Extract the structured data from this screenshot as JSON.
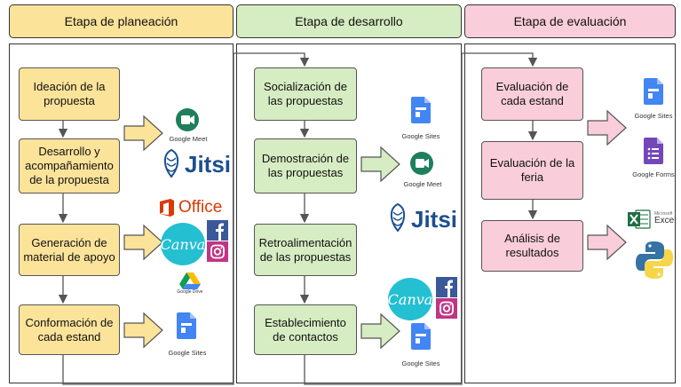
{
  "headers": {
    "planning": "Etapa de planeación",
    "development": "Etapa de desarrollo",
    "evaluation": "Etapa de evaluación"
  },
  "planning_steps": [
    "Ideación de la propuesta",
    "Desarrollo y acompañamiento de la propuesta",
    "Generación de material de apoyo",
    "Conformación de cada estand"
  ],
  "development_steps": [
    "Socialización de las propuestas",
    "Demostración de las propuestas",
    "Retroalimentación de las propuestas",
    "Establecimiento de contactos"
  ],
  "evaluation_steps": [
    "Evaluación de cada estand",
    "Evaluación de la feria",
    "Análisis de resultados"
  ],
  "tool_labels": {
    "google_meet": "Google Meet",
    "jitsi": "Jitsi",
    "office": "Office",
    "canva": "Canva",
    "google_drive": "Google Drive",
    "google_sites": "Google Sites",
    "google_forms": "Google Forms",
    "microsoft_small": "Microsoft",
    "excel": "Excel"
  },
  "colors": {
    "planning": "#fce39a",
    "development": "#d6ecc2",
    "evaluation": "#f9cdda"
  }
}
